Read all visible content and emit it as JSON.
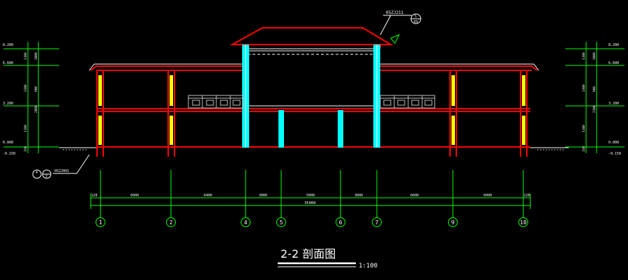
{
  "drawing": {
    "title": "2-2 剖面图",
    "scale": "1:100",
    "detail_ref": "05ZJ211",
    "detail_num_top": "5",
    "detail_num_bottom": "69",
    "left_callout_ref": "05ZJ001",
    "left_callout_top": "4",
    "left_callout_bottom": "7"
  },
  "axes": [
    {
      "label": "1"
    },
    {
      "label": "2"
    },
    {
      "label": "4"
    },
    {
      "label": "5"
    },
    {
      "label": "6"
    },
    {
      "label": "7"
    },
    {
      "label": "9"
    },
    {
      "label": "10"
    }
  ],
  "dimensions": {
    "spans": [
      "120",
      "6000",
      "6400",
      "3000",
      "5000",
      "3000",
      "6600",
      "6000",
      "120"
    ],
    "total": "35000"
  },
  "levels": {
    "left": [
      "8.200",
      "6.600",
      "3.200",
      "0.000",
      "-0.150"
    ],
    "right": [
      "8.200",
      "6.600",
      "3.200",
      "0.000",
      "-0.150"
    ]
  },
  "vertical_dims": {
    "left": [
      "1100",
      "1000",
      "2200",
      "900",
      "2000",
      "1100",
      "150"
    ],
    "right": [
      "1100",
      "1000",
      "2300",
      "900",
      "2100",
      "1100",
      "150"
    ]
  },
  "colors": {
    "background": "#000000",
    "structure": "#ff0000",
    "column_yellow": "#ffff00",
    "column_cyan": "#00ffff",
    "dim_green": "#00ff00",
    "outline_white": "#ffffff",
    "railing_gray": "#bfbfbf"
  }
}
